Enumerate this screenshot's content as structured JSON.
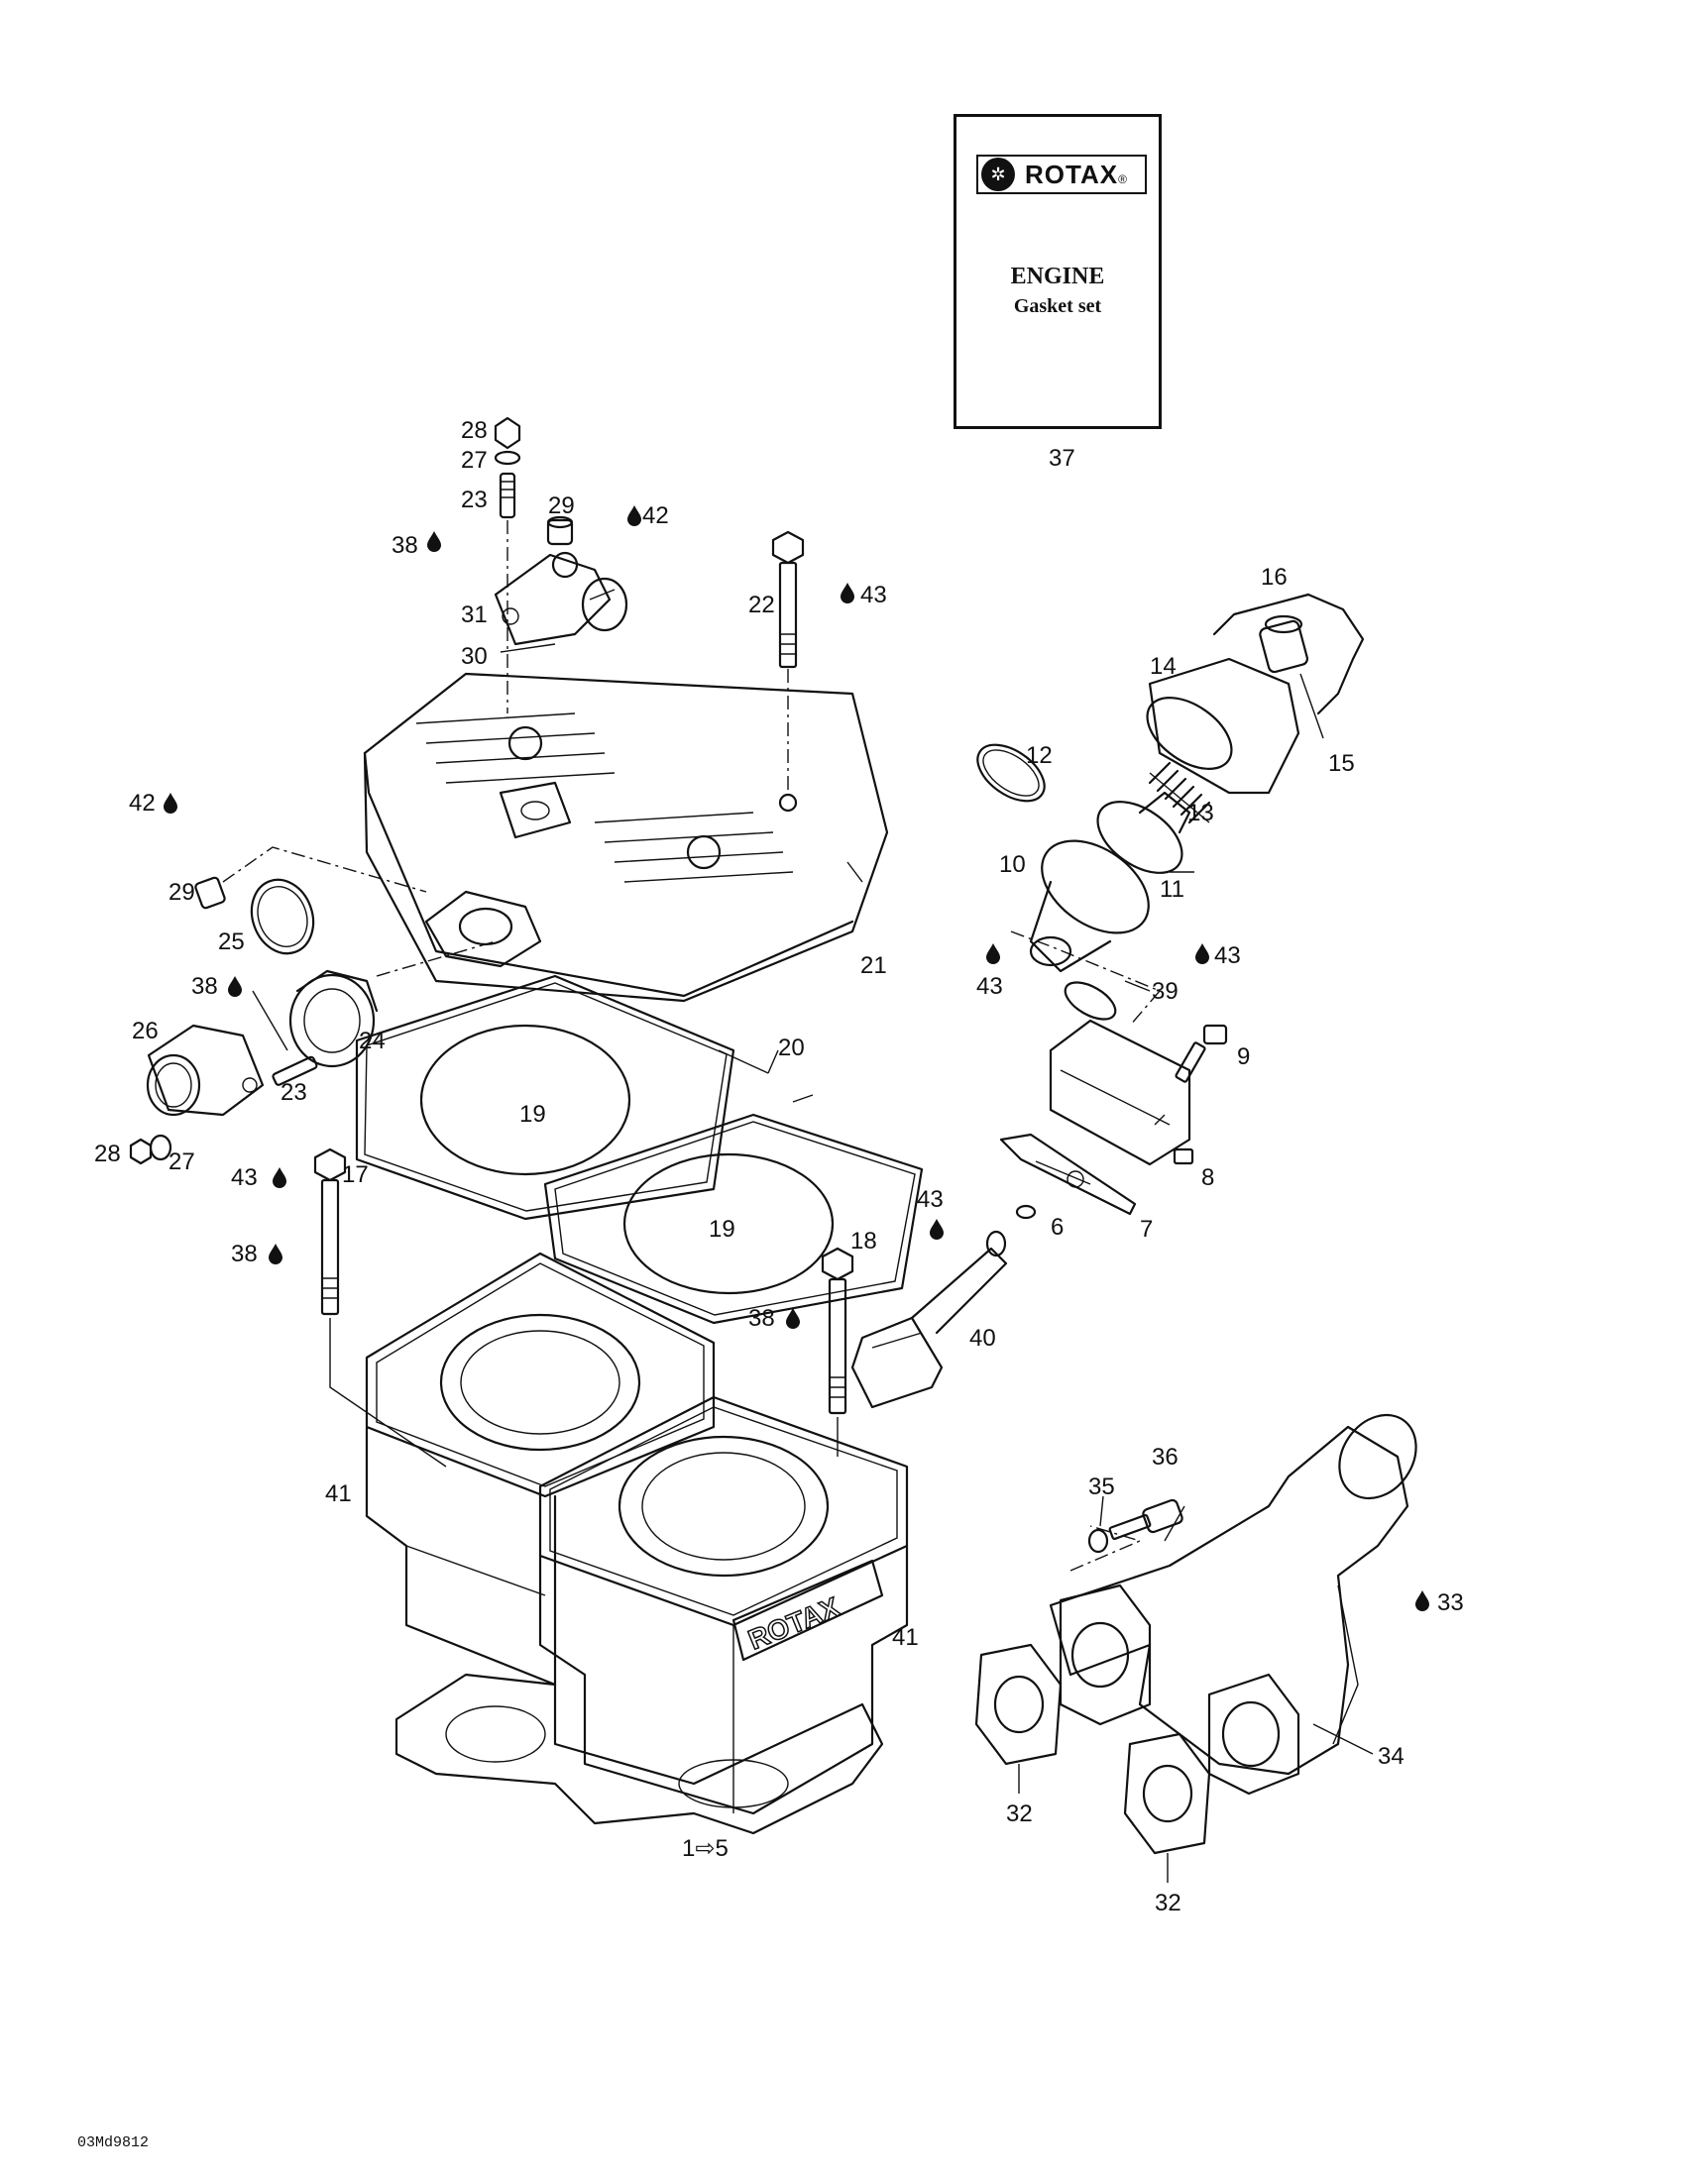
{
  "booklet": {
    "brand": "ROTAX",
    "brand_mark": "®",
    "title": "ENGINE",
    "subtitle": "Gasket set"
  },
  "footer": {
    "code": "03Md9812"
  },
  "callouts": {
    "c37": "37",
    "c28a": "28",
    "c27a": "27",
    "c23a": "23",
    "c29a": "29",
    "c42a": "42",
    "c38a": "38",
    "c31": "31",
    "c30": "30",
    "c22": "22",
    "c43a": "43",
    "c16": "16",
    "c14": "14",
    "c15": "15",
    "c12": "12",
    "c13": "13",
    "c10": "10",
    "c11": "11",
    "c43b": "43",
    "c43c": "43",
    "c39": "39",
    "c42b": "42",
    "c29b": "29",
    "c25": "25",
    "c21": "21",
    "c38b": "38",
    "c24": "24",
    "c26": "26",
    "c23b": "23",
    "c20": "20",
    "c19a": "19",
    "c19b": "19",
    "c9": "9",
    "c8": "8",
    "c7": "7",
    "c6": "6",
    "c28b": "28",
    "c27b": "27",
    "c43d": "43",
    "c17": "17",
    "c38c": "38",
    "c43e": "43",
    "c18": "18",
    "c38d": "38",
    "c40": "40",
    "c41a": "41",
    "c41b": "41",
    "c36": "36",
    "c35": "35",
    "c33": "33",
    "c34": "34",
    "c32a": "32",
    "c32b": "32",
    "c1to5": "1⇨5"
  },
  "icons": [
    "oil-drop-icon",
    "rotax-gear-logo-icon"
  ]
}
